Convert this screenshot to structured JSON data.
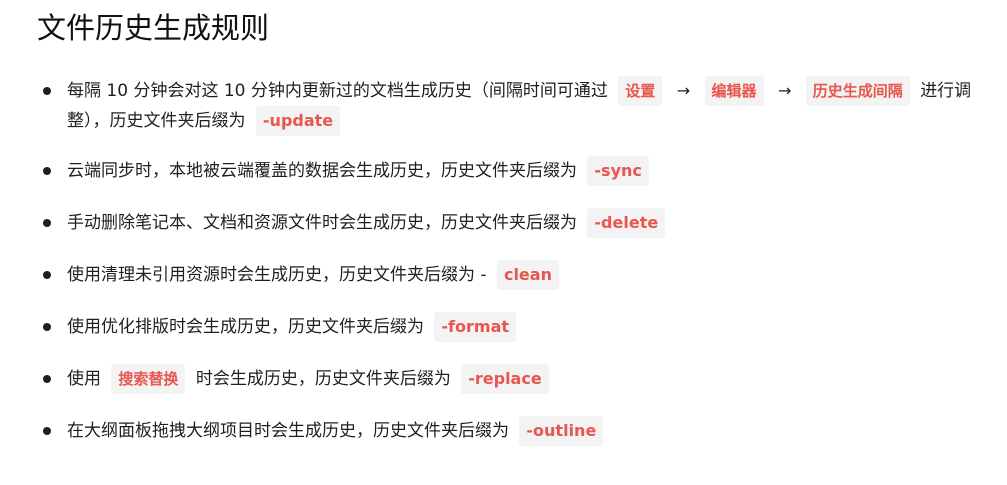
{
  "title": "文件历史生成规则",
  "rules": {
    "r1": {
      "text_before": "每隔 10 分钟会对这 10 分钟内更新过的文档生成历史（间隔时间可通过",
      "path_settings": "设置",
      "arrow_1": "→",
      "path_editor": "编辑器",
      "arrow_2": "→",
      "path_history_interval": "历史生成间隔",
      "text_middle": "进行调整），历史文件夹后缀为",
      "suffix": "-update"
    },
    "r2": {
      "text": "云端同步时，本地被云端覆盖的数据会生成历史，历史文件夹后缀为",
      "suffix": "-sync"
    },
    "r3": {
      "text": "手动删除笔记本、文档和资源文件时会生成历史，历史文件夹后缀为",
      "suffix": "-delete"
    },
    "r4": {
      "text": "使用清理未引用资源时会生成历史，历史文件夹后缀为 -",
      "suffix": "clean"
    },
    "r5": {
      "text": "使用优化排版时会生成历史，历史文件夹后缀为",
      "suffix": "-format"
    },
    "r6": {
      "text_before": "使用",
      "feature": "搜索替换",
      "text_after": "时会生成历史，历史文件夹后缀为",
      "suffix": "-replace"
    },
    "r7": {
      "text": "在大纲面板拖拽大纲项目时会生成历史，历史文件夹后缀为",
      "suffix": "-outline"
    }
  }
}
